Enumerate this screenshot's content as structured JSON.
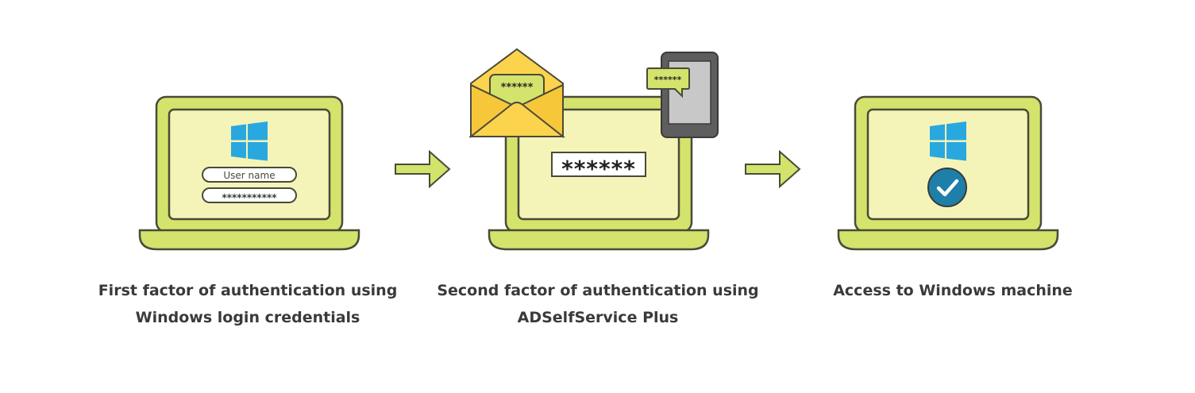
{
  "steps": [
    {
      "username_placeholder": "User name",
      "password_mask": "***********",
      "caption_line1": "First factor of authentication using",
      "caption_line2": "Windows login credentials"
    },
    {
      "email_code": "******",
      "sms_code": "******",
      "entry_code": "******",
      "caption_line1": "Second factor of authentication using",
      "caption_line2": "ADSelfService Plus"
    },
    {
      "caption_line1": "Access to Windows machine",
      "caption_line2": ""
    }
  ],
  "colors": {
    "laptop_body": "#d4e36b",
    "laptop_screen": "#f5f4b8",
    "outline": "#4a4a3a",
    "windows_logo": "#29a8e0",
    "envelope": "#fcd34d",
    "phone": "#5e5e5e",
    "check_badge": "#1e7fa8"
  },
  "icons": [
    "windows-logo-icon",
    "envelope-icon",
    "smartphone-icon",
    "check-circle-icon",
    "arrow-right-icon"
  ]
}
